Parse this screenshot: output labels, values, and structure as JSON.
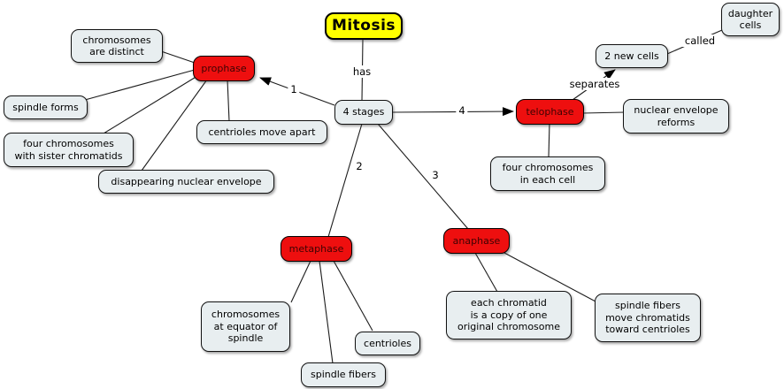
{
  "diagram": {
    "title": "Mitosis",
    "type": "concept-map"
  },
  "nodes": {
    "mitosis": {
      "label": "Mitosis"
    },
    "stages": {
      "label": "4 stages"
    },
    "prophase": {
      "label": "prophase"
    },
    "metaphase": {
      "label": "metaphase"
    },
    "anaphase": {
      "label": "anaphase"
    },
    "telophase": {
      "label": "telophase"
    },
    "chrom_distinct": {
      "label": "chromosomes\nare distinct"
    },
    "spindle_forms": {
      "label": "spindle forms"
    },
    "four_sister": {
      "label": "four chromosomes\nwith sister chromatids"
    },
    "centrioles_apart": {
      "label": "centrioles move apart"
    },
    "disappearing": {
      "label": "disappearing nuclear envelope"
    },
    "two_new_cells": {
      "label": "2 new cells"
    },
    "daughter_cells": {
      "label": "daughter\ncells"
    },
    "nuclear_reforms": {
      "label": "nuclear envelope\nreforms"
    },
    "four_each_cell": {
      "label": "four chromosomes\nin each cell"
    },
    "chrom_equator": {
      "label": "chromosomes\nat equator of\nspindle"
    },
    "centrioles": {
      "label": "centrioles"
    },
    "spindle_fibers": {
      "label": "spindle fibers"
    },
    "each_chromatid": {
      "label": "each chromatid\nis a copy of one\noriginal chromosome"
    },
    "spindle_move": {
      "label": "spindle fibers\nmove chromatids\ntoward centrioles"
    }
  },
  "edge_labels": {
    "has": "has",
    "one": "1",
    "two": "2",
    "three": "3",
    "four": "4",
    "separates": "separates",
    "called": "called"
  },
  "colors": {
    "stage_node_fill": "#ee0f0f",
    "title_node_fill": "#ffff00",
    "info_node_fill": "#e8eef0",
    "border": "#000000",
    "line": "#1c1c1c"
  }
}
